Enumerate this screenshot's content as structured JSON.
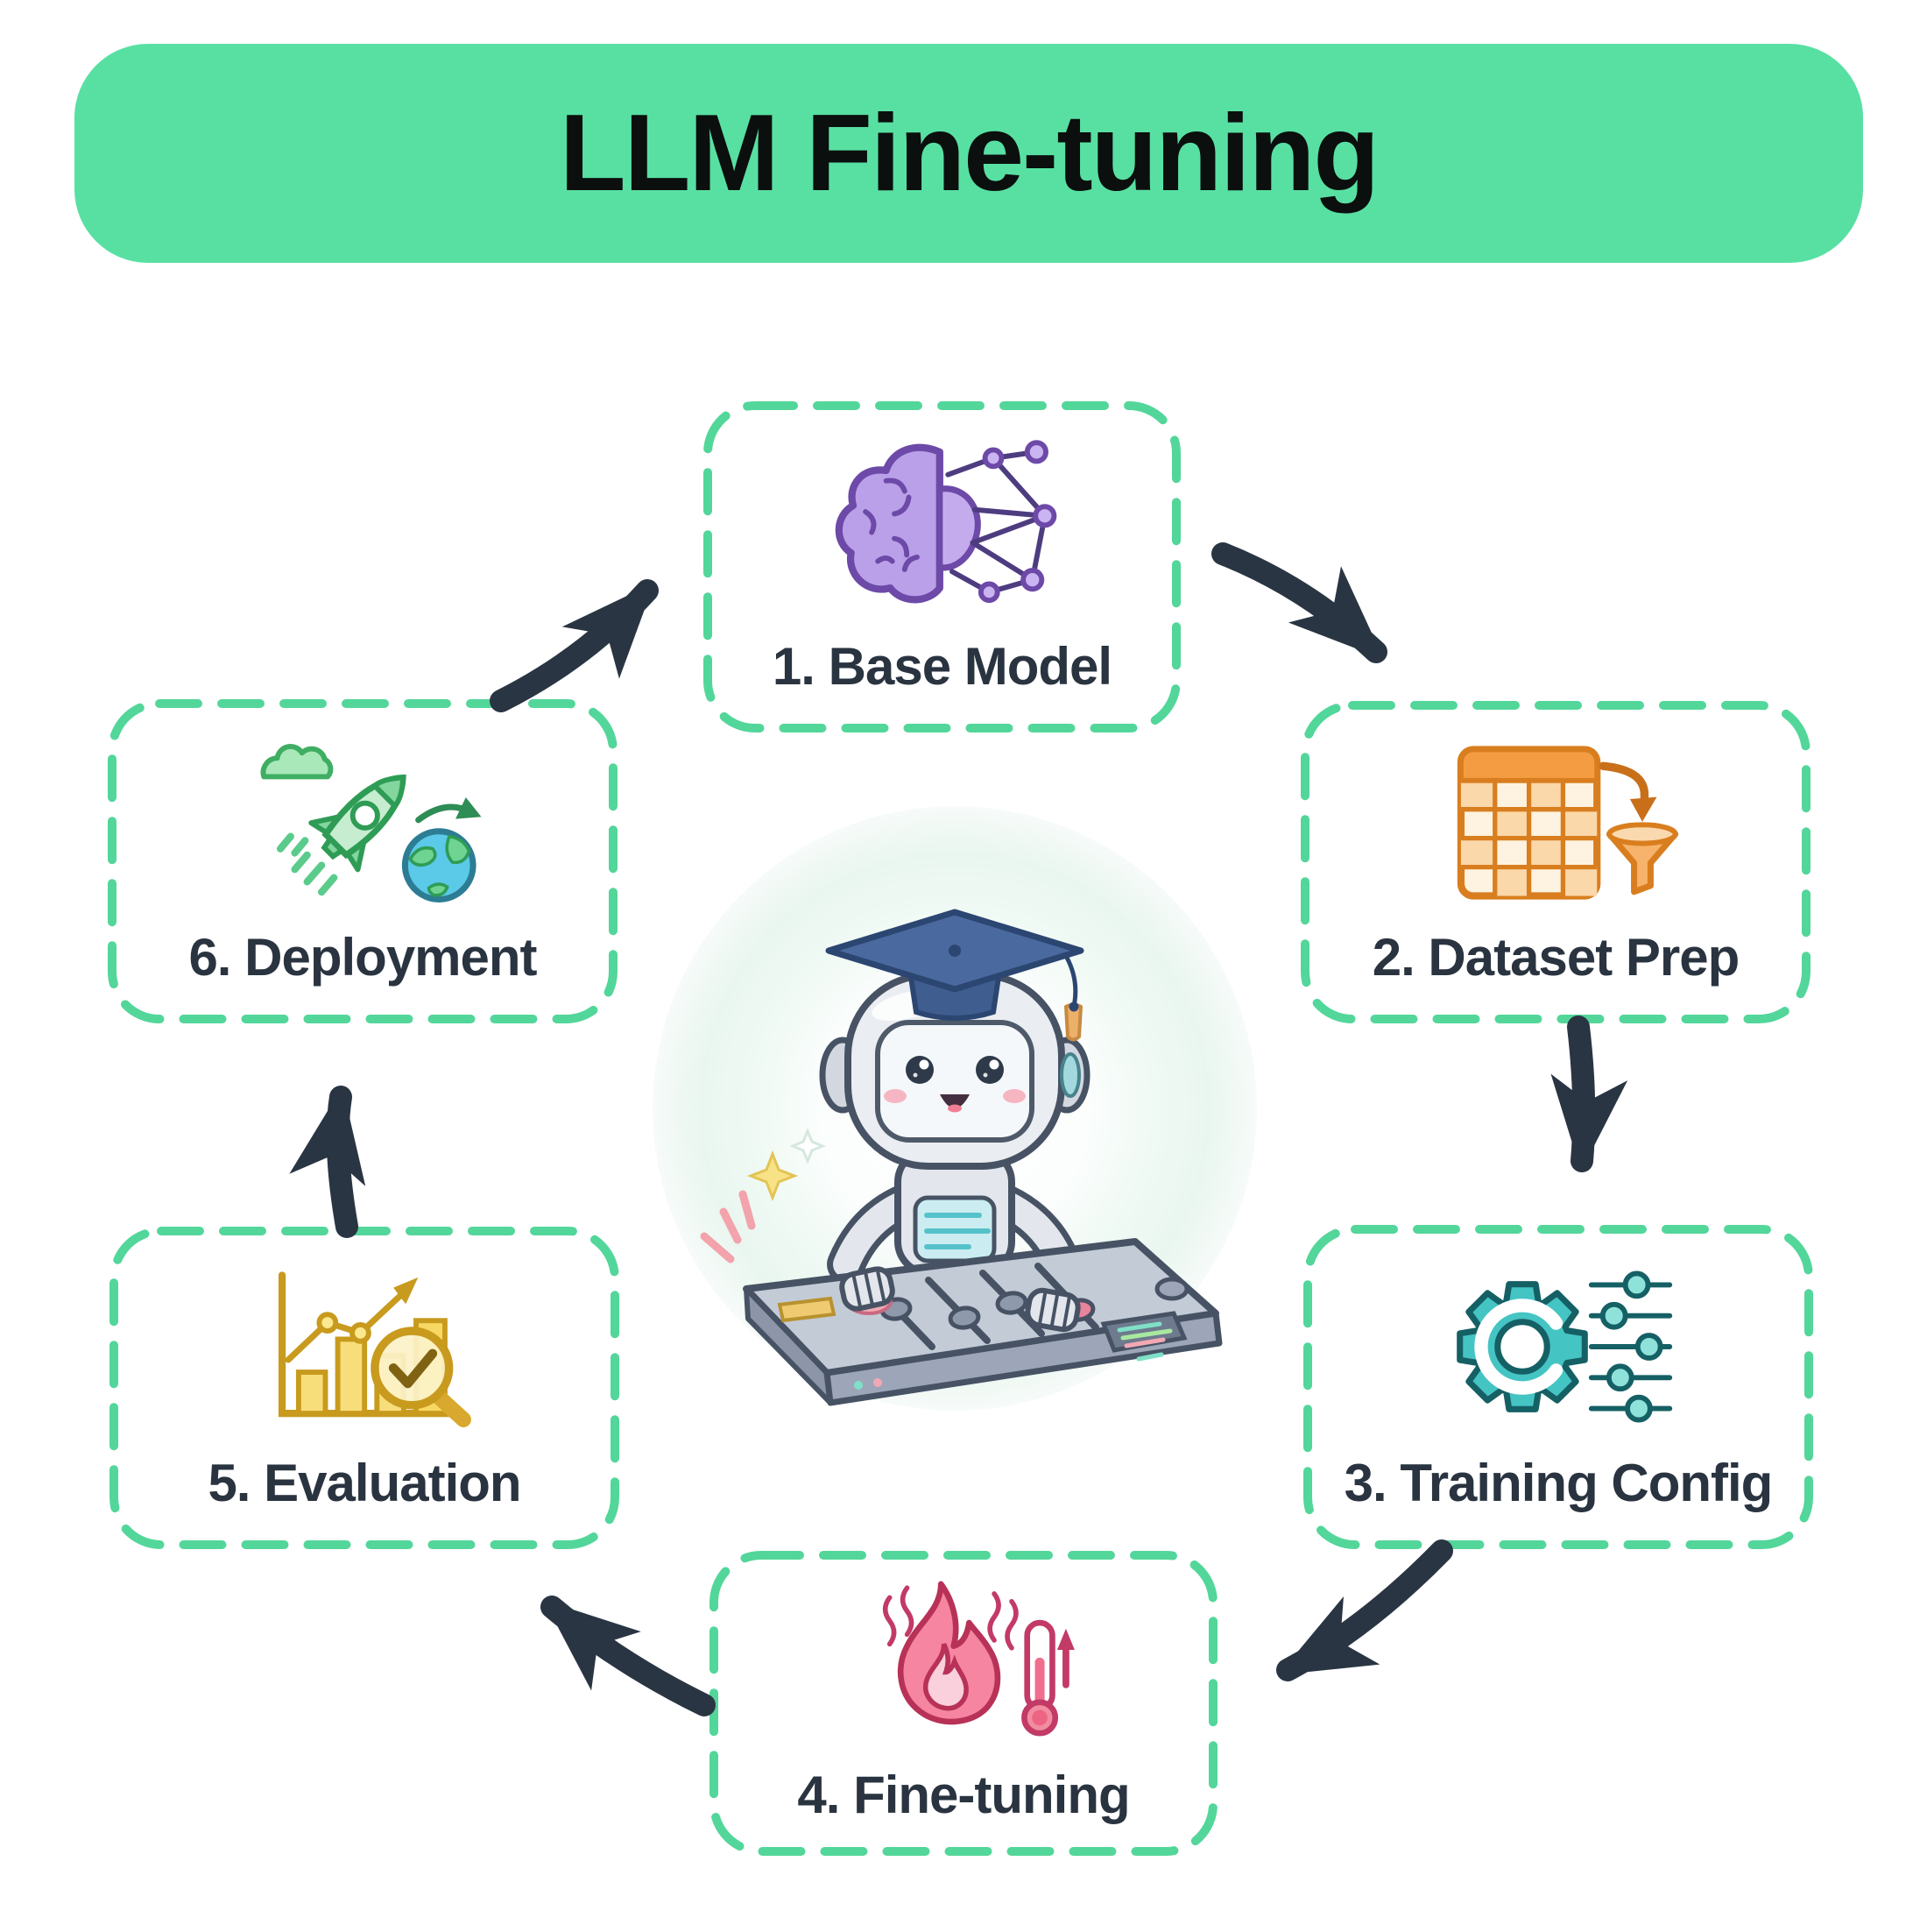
{
  "title": "LLM Fine-tuning",
  "steps": [
    {
      "number": "1",
      "label": "1. Base Model",
      "icon": "brain-network-icon",
      "accent": "#8A5BD6"
    },
    {
      "number": "2",
      "label": "2. Dataset Prep",
      "icon": "table-funnel-icon",
      "accent": "#F49C42"
    },
    {
      "number": "3",
      "label": "3. Training Config",
      "icon": "gear-sliders-icon",
      "accent": "#45C4C4"
    },
    {
      "number": "4",
      "label": "4. Fine-tuning",
      "icon": "flame-thermometer-icon",
      "accent": "#F585A0"
    },
    {
      "number": "5",
      "label": "5. Evaluation",
      "icon": "bar-chart-magnifier-icon",
      "accent": "#F2C335"
    },
    {
      "number": "6",
      "label": "6. Deployment",
      "icon": "rocket-globe-icon",
      "accent": "#5BBE7A"
    }
  ],
  "arrows": [
    {
      "from": "6. Deployment",
      "to": "1. Base Model"
    },
    {
      "from": "1. Base Model",
      "to": "2. Dataset Prep"
    },
    {
      "from": "2. Dataset Prep",
      "to": "3. Training Config"
    },
    {
      "from": "3. Training Config",
      "to": "4. Fine-tuning"
    },
    {
      "from": "4. Fine-tuning",
      "to": "5. Evaluation"
    },
    {
      "from": "5. Evaluation",
      "to": "6. Deployment"
    }
  ],
  "center": {
    "illustration": "robot-graduate-at-tuning-console"
  },
  "colors": {
    "banner_green": "#58E0A2",
    "dash_green": "#53D69A",
    "arrow_navy": "#2A3543",
    "label_navy": "#2A3440",
    "box_fill": "#FFFFFF"
  }
}
